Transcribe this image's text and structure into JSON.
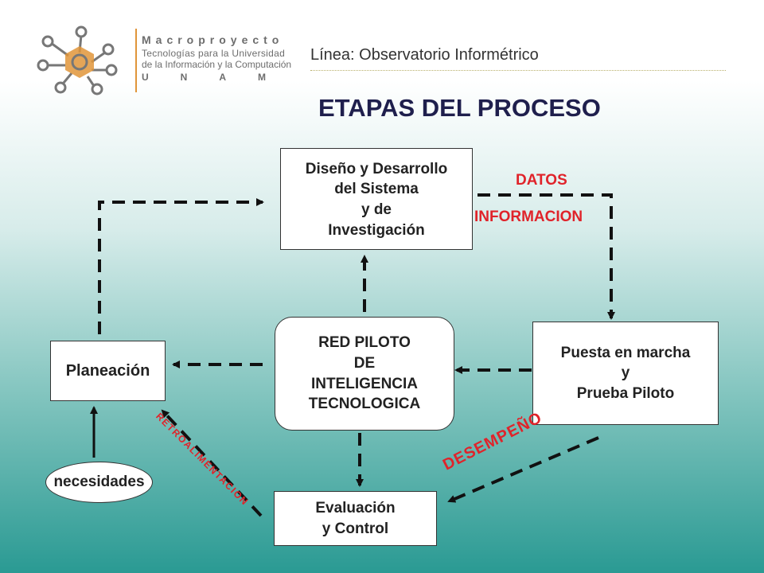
{
  "logo": {
    "title": "Macroproyecto",
    "line1": "Tecnologías para la Universidad",
    "line2": "de la Información y la Computación",
    "unam": "UNAM",
    "icon": "molecule-network-icon"
  },
  "header": {
    "line": "Línea: Observatorio Informétrico",
    "title": "ETAPAS DEL PROCESO"
  },
  "diagram": {
    "design": "Diseño y Desarrollo\ndel Sistema\ny de\nInvestigación",
    "planeacion": "Planeación",
    "red": "RED PILOTO\nDE\nINTELIGENCIA\nTECNOLOGICA",
    "puesta": "Puesta en marcha\ny\nPrueba Piloto",
    "evaluacion": "Evaluación\ny Control",
    "necesidades": "necesidades",
    "labels": {
      "datos": "DATOS",
      "informacion": "INFORMACION",
      "desempeno": "DESEMPEÑO",
      "retro": "RETROALIMENTACION"
    }
  },
  "colors": {
    "accent_red": "#e0232a",
    "title_navy": "#1f1f4d",
    "background_teal": "#2a9a93"
  }
}
